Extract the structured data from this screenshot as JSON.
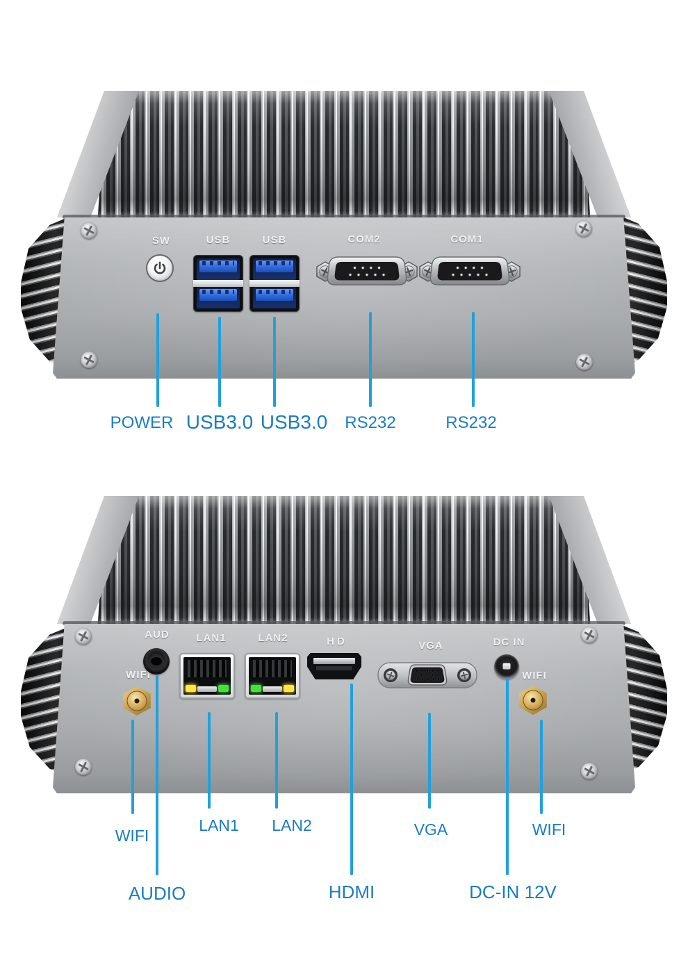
{
  "colors": {
    "callout_text": "#1a7cc4",
    "callout_line": "#22a0dc",
    "panel_text": "#eff0f1",
    "chassis_silver": "#b3b6b8",
    "usb_blue": "#2e6ade",
    "wifi_gold": "#cfa553"
  },
  "front_view": {
    "panel_labels": {
      "sw": "SW",
      "usb_left": "USB",
      "usb_right": "USB",
      "com2": "COM2",
      "com1": "COM1"
    },
    "callouts": {
      "power": "POWER",
      "usb_left": "USB3.0",
      "usb_right": "USB3.0",
      "rs232_left": "RS232",
      "rs232_right": "RS232"
    }
  },
  "rear_view": {
    "panel_labels": {
      "audio": "AUD",
      "wifi_left": "WIFI",
      "lan1": "LAN1",
      "lan2": "LAN2",
      "hdmi": "HD",
      "vga": "VGA",
      "dc_in": "DC IN",
      "wifi_right": "WIFI"
    },
    "callouts": {
      "wifi_left": "WIFI",
      "audio": "AUDIO",
      "lan1": "LAN1",
      "lan2": "LAN2",
      "hdmi": "HDMI",
      "vga": "VGA",
      "dc_in": "DC-IN 12V",
      "wifi_right": "WIFI"
    }
  }
}
